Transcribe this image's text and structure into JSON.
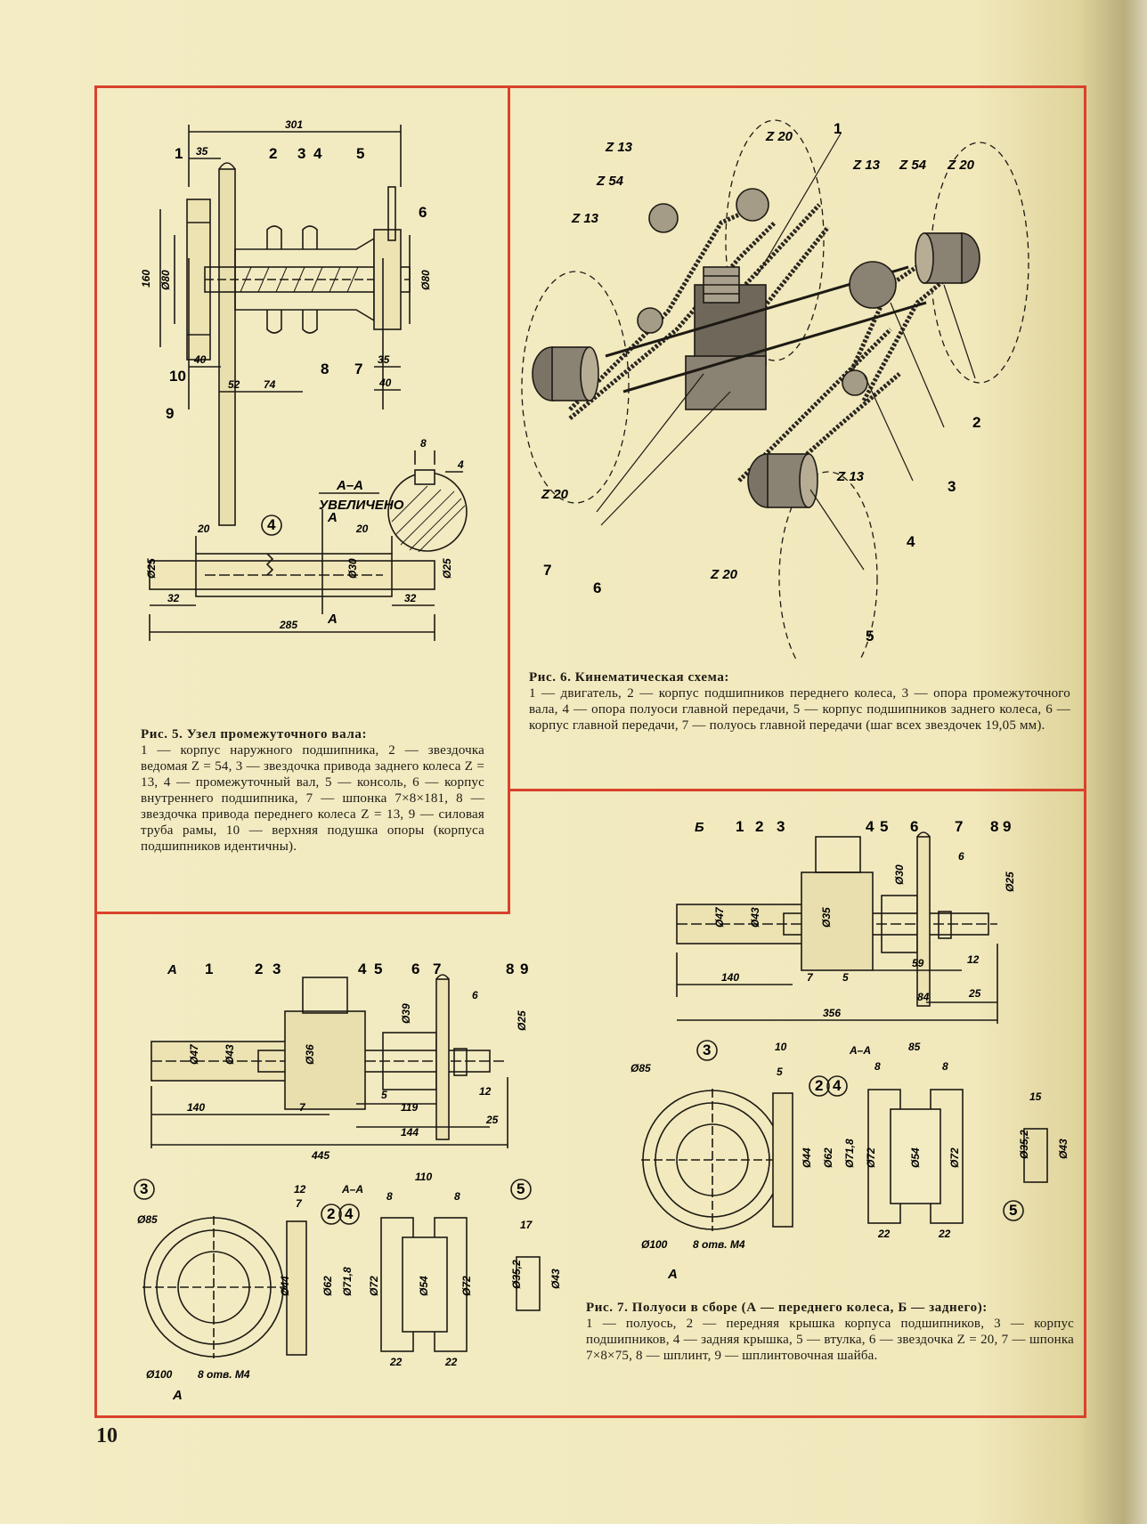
{
  "page_number": "10",
  "fig5": {
    "caption_title": "Рис. 5. Узел промежуточного вала:",
    "caption_text": "1 — корпус наружного подшипника, 2 — звездочка ведомая Z = 54, 3 — звездочка привода заднего колеса Z = 13, 4 — промежуточный вал, 5 — консоль, 6 — корпус внутреннего подшипника, 7 — шпонка 7×8×181, 8 — звездочка привода переднего колеса Z = 13, 9 — силовая труба рамы, 10 — верхняя подушка опоры (корпуса подшипников идентичны).",
    "dims_top": [
      "301",
      "35",
      "160",
      "Ø80",
      "Ø80",
      "40",
      "35",
      "52",
      "74",
      "40"
    ],
    "callouts_top": [
      "1",
      "2",
      "3",
      "4",
      "5",
      "6",
      "10",
      "9",
      "8",
      "7"
    ],
    "section_title": "А–А",
    "section_subtitle": "УВЕЛИЧЕНО",
    "section_dims": [
      "8",
      "4"
    ],
    "shaft_marker": "4",
    "shaft_dims": [
      "20",
      "20",
      "Ø25",
      "Ø30",
      "Ø25",
      "32",
      "32",
      "285"
    ],
    "section_marks": [
      "А",
      "А"
    ]
  },
  "fig6": {
    "caption_title": "Рис. 6. Кинематическая схема:",
    "caption_text": "1 — двигатель, 2 — корпус подшипников переднего колеса, 3 — опора промежуточного вала, 4 — опора полуоси главной передачи, 5 — корпус подшипников заднего колеса, 6 — корпус главной передачи, 7 — полуось главной передачи (шаг всех звездочек 19,05 мм).",
    "sprocket_labels": [
      "Z 13",
      "Z 54",
      "Z 13",
      "Z 20",
      "Z 13",
      "Z 54",
      "Z 20",
      "Z 20",
      "Z 13",
      "Z 20"
    ],
    "callouts": [
      "1",
      "2",
      "3",
      "4",
      "5",
      "6",
      "7"
    ]
  },
  "fig7": {
    "caption_title": "Рис. 7. Полуоси в сборе (А — переднего колеса, Б — заднего):",
    "caption_text": "1 — полуось, 2 — передняя крышка корпуса подшипников, 3 — корпус подшипников, 4 — задняя крышка, 5 — втулка, 6 — звездочка Z = 20, 7 — шпонка 7×8×75, 8 — шплинт, 9 — шплинтовочная шайба.",
    "view_b": {
      "letter": "Б",
      "callouts": [
        "1",
        "2",
        "3",
        "4",
        "5",
        "6",
        "7",
        "8",
        "9"
      ],
      "dims": [
        "Ø47",
        "Ø43",
        "Ø35",
        "Ø30",
        "Ø25",
        "6",
        "12",
        "140",
        "7",
        "5",
        "59",
        "25",
        "84",
        "356"
      ]
    },
    "view_a": {
      "letter": "А",
      "callouts": [
        "1",
        "2",
        "3",
        "4",
        "5",
        "6",
        "7",
        "8",
        "9"
      ],
      "dims": [
        "Ø47",
        "Ø43",
        "Ø36",
        "Ø39",
        "Ø25",
        "6",
        "12",
        "140",
        "7",
        "5",
        "119",
        "144",
        "25",
        "445"
      ]
    },
    "detail_right": {
      "markers": [
        "3",
        "2",
        "4",
        "5"
      ],
      "dims": [
        "Ø85",
        "Ø100",
        "8 отв. М4",
        "10",
        "5",
        "Ø44",
        "Ø62",
        "Ø71,8",
        "А–А",
        "85",
        "8",
        "8",
        "Ø72",
        "Ø54",
        "Ø72",
        "22",
        "22",
        "15",
        "Ø35,2",
        "Ø43",
        "А"
      ]
    },
    "detail_left": {
      "markers": [
        "3",
        "2",
        "4",
        "5"
      ],
      "dims": [
        "Ø85",
        "Ø100",
        "8 отв. М4",
        "12",
        "7",
        "Ø44",
        "Ø62",
        "Ø71,8",
        "А–А",
        "110",
        "8",
        "8",
        "Ø72",
        "Ø54",
        "Ø72",
        "22",
        "22",
        "17",
        "Ø35,2",
        "Ø43",
        "А"
      ]
    }
  },
  "colors": {
    "paper": "#f3ecc2",
    "frame_red": "#d9422b",
    "ink": "#1d1a14"
  }
}
